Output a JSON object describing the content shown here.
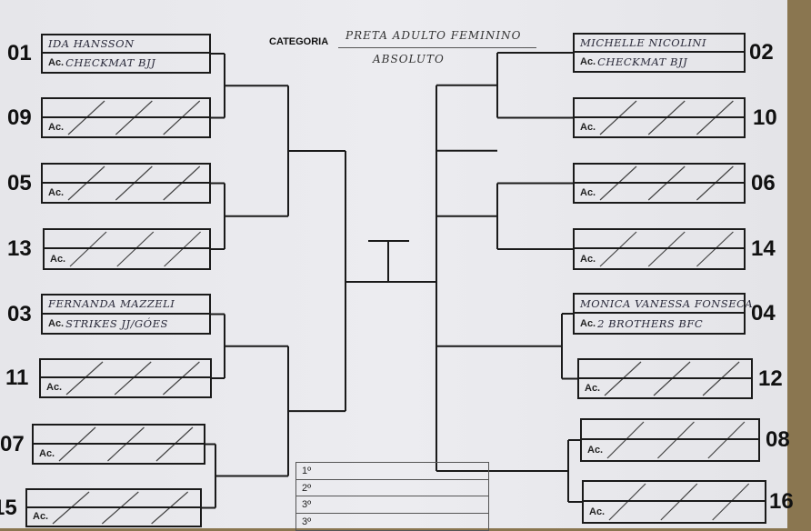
{
  "category": {
    "label": "CATEGORIA",
    "line1": "PRETA ADULTO FEMININO",
    "line2": "ABSOLUTO"
  },
  "academy_prefix": "Ac.",
  "slots": [
    {
      "number": "01",
      "name": "IDA HANSSON",
      "academy": "CHECKMAT BJJ",
      "empty": false
    },
    {
      "number": "09",
      "name": "",
      "academy": "",
      "empty": true
    },
    {
      "number": "05",
      "name": "",
      "academy": "",
      "empty": true
    },
    {
      "number": "13",
      "name": "",
      "academy": "",
      "empty": true
    },
    {
      "number": "03",
      "name": "FERNANDA MAZZELI",
      "academy": "STRIKES JJ/GÓES",
      "empty": false
    },
    {
      "number": "11",
      "name": "",
      "academy": "",
      "empty": true
    },
    {
      "number": "07",
      "name": "",
      "academy": "",
      "empty": true
    },
    {
      "number": "15",
      "name": "",
      "academy": "",
      "empty": true
    },
    {
      "number": "02",
      "name": "MICHELLE NICOLINI",
      "academy": "CHECKMAT BJJ",
      "empty": false
    },
    {
      "number": "10",
      "name": "",
      "academy": "",
      "empty": true
    },
    {
      "number": "06",
      "name": "",
      "academy": "",
      "empty": true
    },
    {
      "number": "14",
      "name": "",
      "academy": "",
      "empty": true
    },
    {
      "number": "04",
      "name": "MONICA VANESSA FONSECA",
      "academy": "2 BROTHERS BFC",
      "empty": false
    },
    {
      "number": "12",
      "name": "",
      "academy": "",
      "empty": true
    },
    {
      "number": "08",
      "name": "",
      "academy": "",
      "empty": true
    },
    {
      "number": "16",
      "name": "",
      "academy": "",
      "empty": true
    }
  ],
  "podium": [
    "1º",
    "2º",
    "3º",
    "3º"
  ]
}
